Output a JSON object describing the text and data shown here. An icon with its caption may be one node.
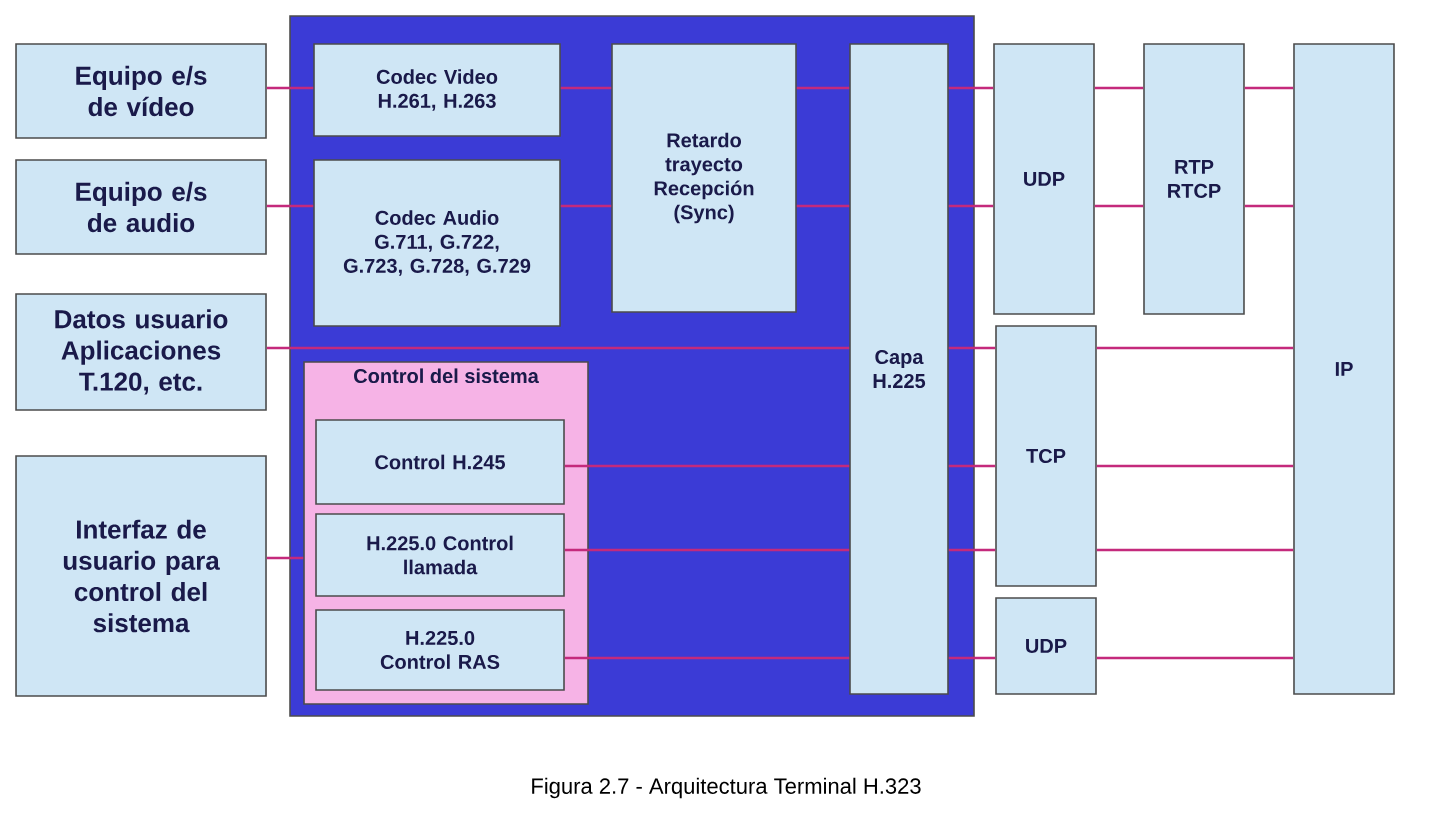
{
  "diagram": {
    "caption": "Figura 2.7 - Arquitectura Terminal H.323",
    "nodes": [
      {
        "text": [
          "Equipo e/s de vídeo"
        ]
      },
      {
        "text": [
          "Equipo e/s de audio"
        ]
      },
      {
        "text": [
          "Datos usuario Aplicaciones T.120, etc."
        ]
      },
      {
        "text": [
          "Interfaz de usuario para control del sistema"
        ]
      },
      {
        "text": [],
        "shape": "box"
      },
      {
        "text": [
          "Codec Video H.261, H.263"
        ],
        "in": 4
      },
      {
        "text": [
          "Codec Audio G.711, G.722, G.723, G.728, G.729"
        ],
        "in": 4
      },
      {
        "text": [
          "Retardo trayecto Recepción (Sync)"
        ],
        "in": 4
      },
      {
        "text": [
          "Control del sistema"
        ],
        "in": 4
      },
      {
        "text": [
          "Control H.245"
        ],
        "in": 8
      },
      {
        "text": [
          "H.225.0 Control llamada"
        ],
        "in": 8
      },
      {
        "text": [
          "H.225.0 Control RAS"
        ],
        "in": 8
      },
      {
        "text": [
          "Capa H.225"
        ],
        "in": 4
      },
      {
        "text": [
          "UDP"
        ]
      },
      {
        "text": [
          "RTP RTCP"
        ]
      },
      {
        "text": [
          "IP"
        ]
      },
      {
        "text": [
          "TCP"
        ]
      },
      {
        "text": [
          "UDP"
        ]
      }
    ],
    "edges": [
      {
        "from": 0,
        "to": 5,
        "arrow": "none"
      },
      {
        "from": 1,
        "to": 6,
        "arrow": "none"
      },
      {
        "from": 2,
        "to": 12,
        "arrow": "none"
      },
      {
        "from": 3,
        "to": 8,
        "arrow": "none"
      },
      {
        "from": 5,
        "to": 7,
        "arrow": "none"
      },
      {
        "from": 6,
        "to": 7,
        "arrow": "none"
      },
      {
        "from": 7,
        "to": 12,
        "arrow": "none"
      },
      {
        "from": 7,
        "to": 12,
        "arrow": "none"
      },
      {
        "from": 9,
        "to": 12,
        "arrow": "none"
      },
      {
        "from": 10,
        "to": 12,
        "arrow": "none"
      },
      {
        "from": 11,
        "to": 12,
        "arrow": "none"
      },
      {
        "from": 12,
        "to": 13,
        "arrow": "none"
      },
      {
        "from": 12,
        "to": 13,
        "arrow": "none"
      },
      {
        "from": 13,
        "to": 14,
        "arrow": "none"
      },
      {
        "from": 13,
        "to": 14,
        "arrow": "none"
      },
      {
        "from": 14,
        "to": 15,
        "arrow": "none"
      },
      {
        "from": 14,
        "to": 15,
        "arrow": "none"
      },
      {
        "from": 12,
        "to": 16,
        "arrow": "none"
      },
      {
        "from": 12,
        "to": 16,
        "arrow": "none"
      },
      {
        "from": 12,
        "to": 16,
        "arrow": "none"
      },
      {
        "from": 16,
        "to": 15,
        "arrow": "none"
      },
      {
        "from": 16,
        "to": 15,
        "arrow": "none"
      },
      {
        "from": 16,
        "to": 15,
        "arrow": "none"
      },
      {
        "from": 12,
        "to": 17,
        "arrow": "none"
      },
      {
        "from": 17,
        "to": 15,
        "arrow": "none"
      }
    ]
  }
}
